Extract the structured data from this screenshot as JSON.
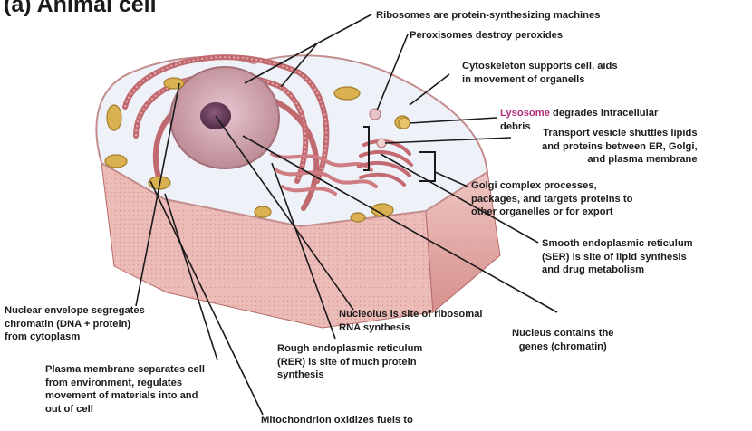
{
  "title": "(a) Animal cell",
  "colors": {
    "membrane": "#e8b0b0",
    "cytoplasm": "#eef1f7",
    "nucleus": "#d9a7b4",
    "er": "#c0696e",
    "mitochondria": "#d9b150",
    "label_lines": "#1a1a1a",
    "lysosome_highlight": "#b0307a"
  },
  "labels": {
    "ribosomes": "Ribosomes are protein-synthesizing machines",
    "peroxisomes": "Peroxisomes destroy peroxides",
    "cytoskeleton_1": "Cytoskeleton supports cell, aids",
    "cytoskeleton_2": "in movement of organells",
    "lysosome_term": "Lysosome",
    "lysosome_1": "degrades intracellular",
    "lysosome_2": "debris",
    "transport_1": "Transport vesicle shuttles lipids",
    "transport_2": "and proteins between ER, Golgi,",
    "transport_3": "and plasma membrane",
    "golgi_1": "Golgi complex processes,",
    "golgi_2": "packages, and targets proteins to",
    "golgi_3": "other organelles or for export",
    "ser_1": "Smooth endoplasmic reticulum",
    "ser_2": "(SER) is site of lipid synthesis",
    "ser_3": "and drug metabolism",
    "envelope_1": "Nuclear envelope segregates",
    "envelope_2": "chromatin (DNA + protein)",
    "envelope_3": "from cytoplasm",
    "nucleolus_1": "Nucleolus is site of ribosomal",
    "nucleolus_2": "RNA synthesis",
    "nucleus_1": "Nucleus contains the",
    "nucleus_2": "genes (chromatin)",
    "rer_1": "Rough endoplasmic reticulum",
    "rer_2": "(RER) is site of much protein",
    "rer_3": "synthesis",
    "plasma_1": "Plasma membrane separates cell",
    "plasma_2": "from environment, regulates",
    "plasma_3": "movement of materials into and",
    "plasma_4": "out of cell",
    "mito_1": "Mitochondrion oxidizes fuels to"
  }
}
